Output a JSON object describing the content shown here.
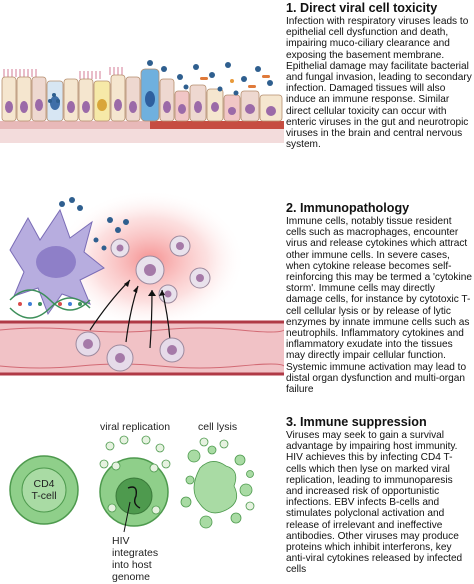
{
  "section1": {
    "title": "1. Direct viral cell toxicity",
    "body": "Infection with respiratory viruses leads to epithelial cell dysfunction and death, impairing muco-ciliary clearance and exposing the basement membrane. Epithelial damage may facilitate bacterial and fungal invasion, leading to secondary infection.  Damaged tissues will also induce an immune response.  Similar direct cellular toxicity can occur with enteric viruses in the gut and neurotropic viruses in the brain and central nervous system."
  },
  "section2": {
    "title": "2. Immunopathology",
    "body": "Immune cells, notably tissue resident cells such as macrophages, encounter virus and release cytokines which attract other immune cells. In severe cases, when cytokine release becomes self-reinforcing this may be termed a 'cytokine storm'.  Immune cells may directly damage cells, for instance by cytotoxic T-cell cellular lysis or by release of lytic enzymes by innate immune cells such as neutrophils. Inflammatory cytokines and inflammatory exudate into the tissues may directly impair cellular function. Systemic immune activation may lead to distal organ dysfunction and multi-organ failure"
  },
  "section3": {
    "title": "3. Immune suppression",
    "body": "Viruses may seek to gain a survival advantage by impairing host immunity. HIV achieves this by infecting CD4 T-cells which then lyse on marked viral replication, leading to immunoparesis and increased risk of opportunistic infections.  EBV infects B-cells and stimulates polyclonal activation and release of irrelevant and ineffective antibodies.  Other viruses may produce proteins which inhibit interferons, key anti-viral cytokines released by infected cells"
  },
  "diagram3": {
    "cd4_line1": "CD4",
    "cd4_line2": "T-cell",
    "viral_replication": "viral replication",
    "cell_lysis": "cell lysis",
    "hiv_line1": "HIV",
    "hiv_line2": "integrates",
    "hiv_line3": "into host",
    "hiv_line4": "genome"
  },
  "colors": {
    "tcell_fill": "#8fcf8a",
    "tcell_edge": "#4e9a4e",
    "vessel_fill": "#f1c2c6",
    "vessel_edge": "#b03a46",
    "macrophage": "#8e7fc8",
    "virus": "#2f5f8f",
    "basement": "#c0392b"
  }
}
